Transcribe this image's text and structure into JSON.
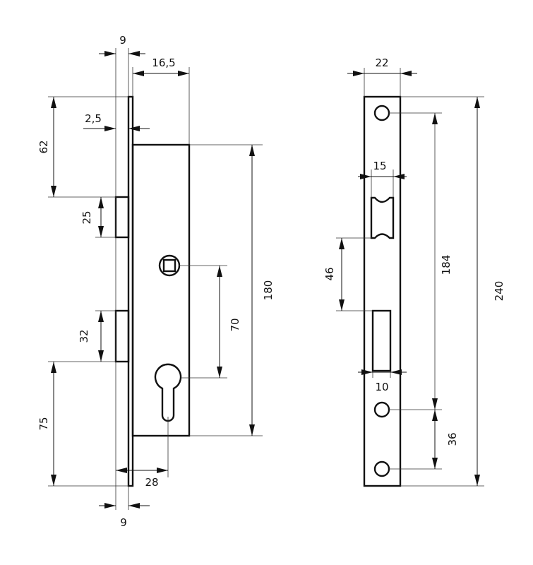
{
  "side_view": {
    "dims": {
      "faceplate_offset_top": "9",
      "case_depth": "16,5",
      "top_to_latch": "62",
      "plate_thickness": "2,5",
      "latch_height": "25",
      "case_height": "180",
      "spindle_to_cylinder": "70",
      "deadbolt_height": "32",
      "deadbolt_to_bottom": "75",
      "backset": "28",
      "faceplate_offset_bottom": "9"
    }
  },
  "front_view": {
    "dims": {
      "plate_width": "22",
      "latch_width": "15",
      "latch_to_bolt": "46",
      "bolt_width": "10",
      "hole_spacing": "184",
      "plate_height": "240",
      "lower_hole_spacing": "36"
    }
  }
}
